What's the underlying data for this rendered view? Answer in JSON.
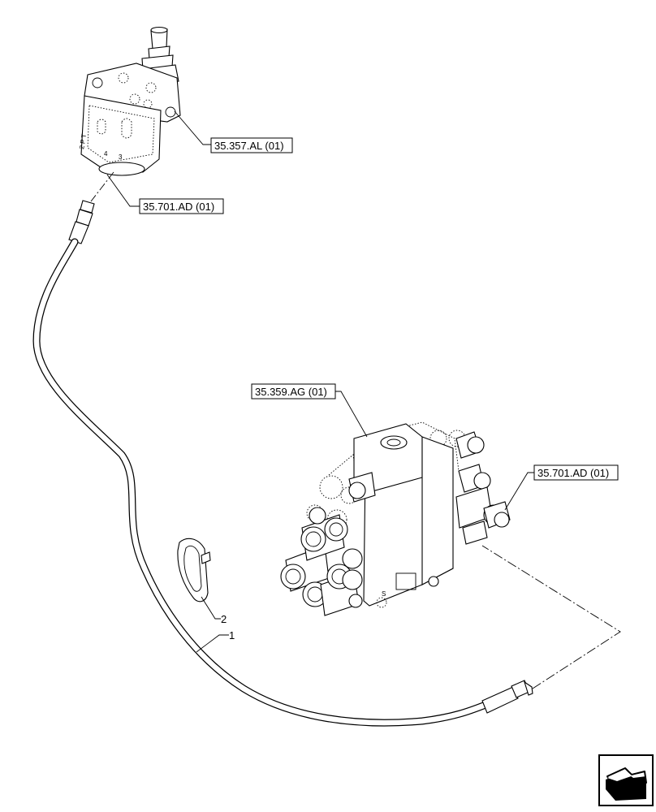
{
  "references": {
    "ref_357": "35.357.AL (01)",
    "ref_701_top": "35.701.AD (01)",
    "ref_359": "35.359.AG (01)",
    "ref_701_right": "35.701.AD (01)"
  },
  "items": {
    "item_1": "1",
    "item_2": "2"
  },
  "nav": {
    "icon": "page-navigation-arrow-icon"
  }
}
